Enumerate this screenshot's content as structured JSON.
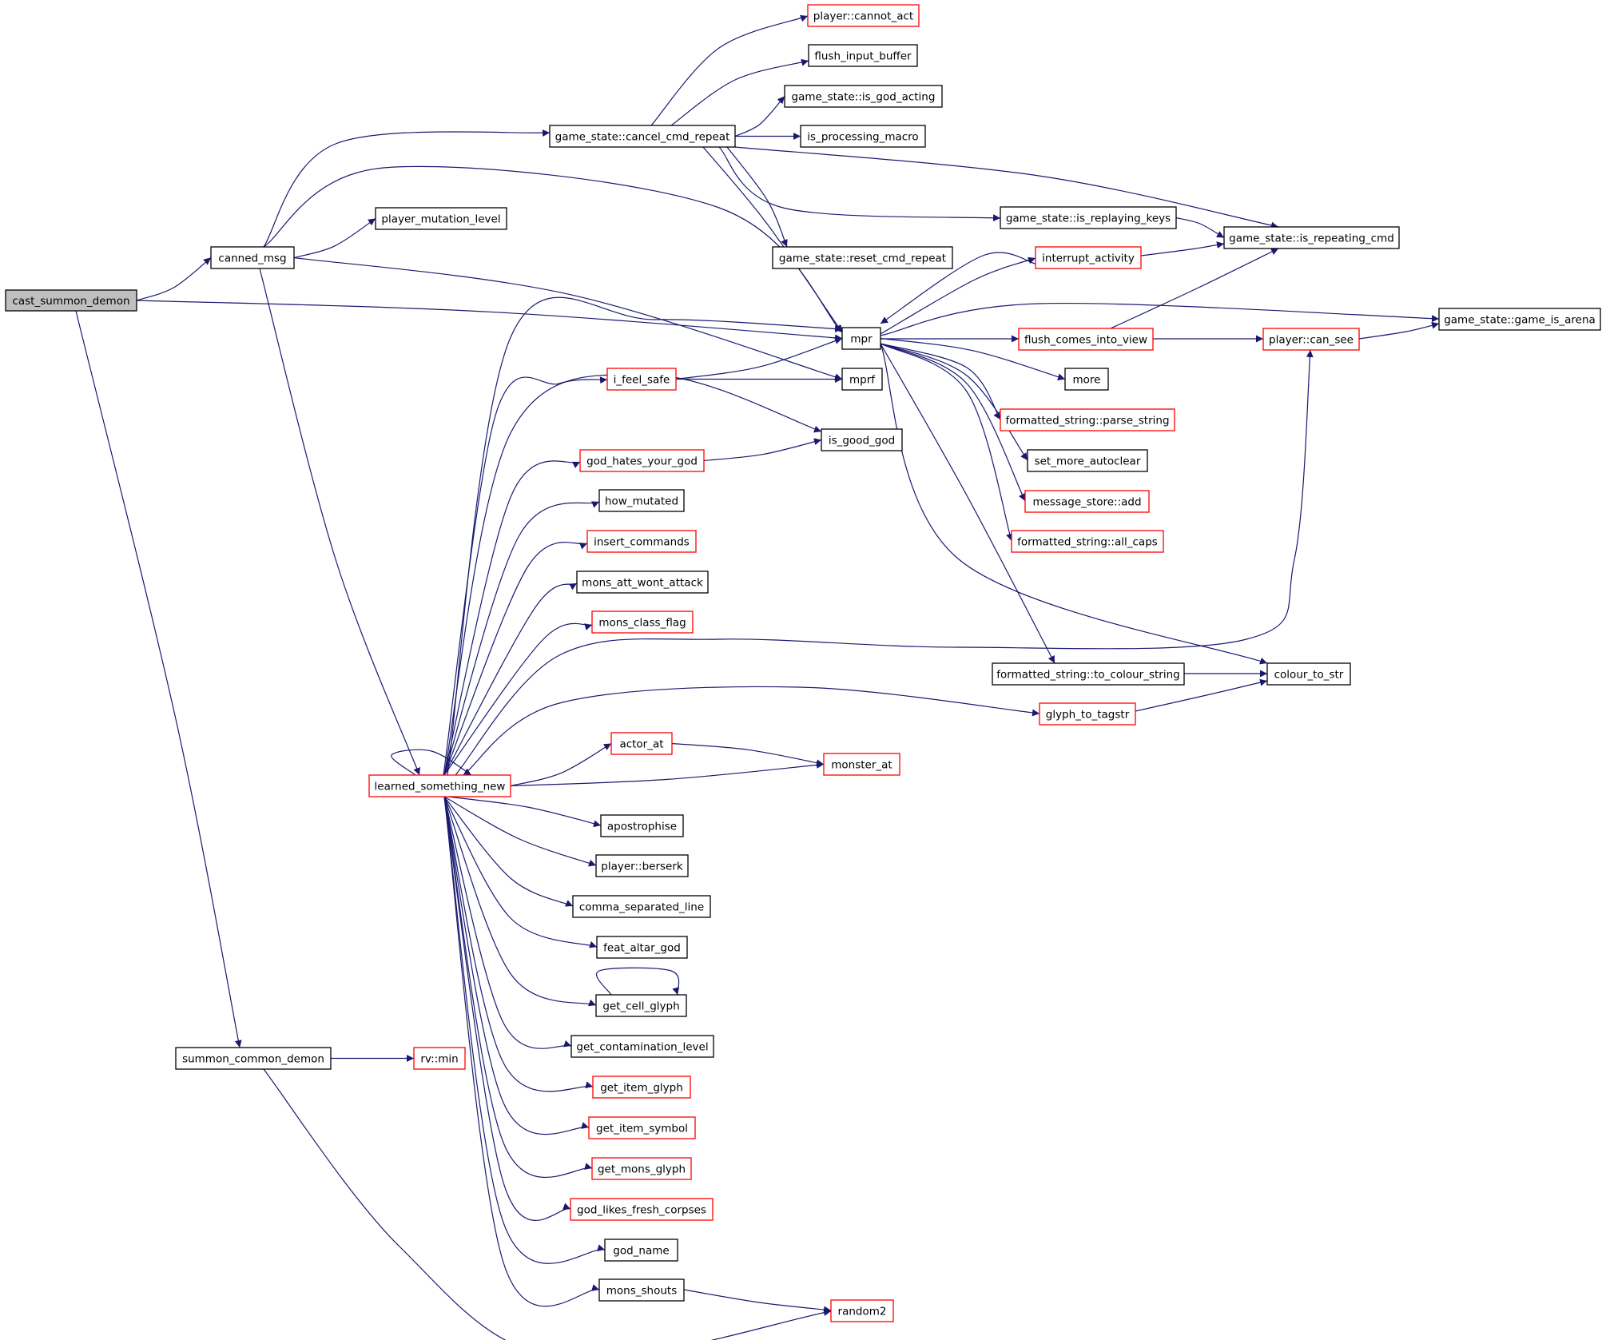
{
  "graph": {
    "colors": {
      "edge": "#191970",
      "truncated_border": "#ff0000",
      "normal_border": "#000000",
      "root_fill": "#bfbfbf"
    },
    "nodes": [
      {
        "id": "cast_summon_demon",
        "label": "cast_summon_demon",
        "style": "root"
      },
      {
        "id": "canned_msg",
        "label": "canned_msg",
        "style": "normal"
      },
      {
        "id": "summon_common_demon",
        "label": "summon_common_demon",
        "style": "normal"
      },
      {
        "id": "rv_min",
        "label": "rv::min",
        "style": "truncated"
      },
      {
        "id": "game_state_cancel_cmd_repeat",
        "label": "game_state::cancel_cmd_repeat",
        "style": "normal"
      },
      {
        "id": "player_mutation_level",
        "label": "player_mutation_level",
        "style": "normal"
      },
      {
        "id": "learned_something_new",
        "label": "learned_something_new",
        "style": "truncated"
      },
      {
        "id": "player_cannot_act",
        "label": "player::cannot_act",
        "style": "truncated"
      },
      {
        "id": "flush_input_buffer",
        "label": "flush_input_buffer",
        "style": "normal"
      },
      {
        "id": "game_state_is_god_acting",
        "label": "game_state::is_god_acting",
        "style": "normal"
      },
      {
        "id": "is_processing_macro",
        "label": "is_processing_macro",
        "style": "normal"
      },
      {
        "id": "game_state_reset_cmd_repeat",
        "label": "game_state::reset_cmd_repeat",
        "style": "normal"
      },
      {
        "id": "mpr",
        "label": "mpr",
        "style": "normal"
      },
      {
        "id": "mprf",
        "label": "mprf",
        "style": "normal"
      },
      {
        "id": "i_feel_safe",
        "label": "i_feel_safe",
        "style": "truncated"
      },
      {
        "id": "is_good_god",
        "label": "is_good_god",
        "style": "normal"
      },
      {
        "id": "god_hates_your_god",
        "label": "god_hates_your_god",
        "style": "truncated"
      },
      {
        "id": "how_mutated",
        "label": "how_mutated",
        "style": "normal"
      },
      {
        "id": "insert_commands",
        "label": "insert_commands",
        "style": "truncated"
      },
      {
        "id": "mons_att_wont_attack",
        "label": "mons_att_wont_attack",
        "style": "normal"
      },
      {
        "id": "mons_class_flag",
        "label": "mons_class_flag",
        "style": "truncated"
      },
      {
        "id": "actor_at",
        "label": "actor_at",
        "style": "truncated"
      },
      {
        "id": "monster_at",
        "label": "monster_at",
        "style": "truncated"
      },
      {
        "id": "apostrophise",
        "label": "apostrophise",
        "style": "normal"
      },
      {
        "id": "player_berserk",
        "label": "player::berserk",
        "style": "normal"
      },
      {
        "id": "comma_separated_line",
        "label": "comma_separated_line",
        "style": "normal"
      },
      {
        "id": "feat_altar_god",
        "label": "feat_altar_god",
        "style": "normal"
      },
      {
        "id": "get_cell_glyph",
        "label": "get_cell_glyph",
        "style": "normal"
      },
      {
        "id": "get_contamination_level",
        "label": "get_contamination_level",
        "style": "normal"
      },
      {
        "id": "get_item_glyph",
        "label": "get_item_glyph",
        "style": "truncated"
      },
      {
        "id": "get_item_symbol",
        "label": "get_item_symbol",
        "style": "truncated"
      },
      {
        "id": "get_mons_glyph",
        "label": "get_mons_glyph",
        "style": "truncated"
      },
      {
        "id": "god_likes_fresh_corpses",
        "label": "god_likes_fresh_corpses",
        "style": "truncated"
      },
      {
        "id": "god_name",
        "label": "god_name",
        "style": "normal"
      },
      {
        "id": "mons_shouts",
        "label": "mons_shouts",
        "style": "normal"
      },
      {
        "id": "random2",
        "label": "random2",
        "style": "truncated"
      },
      {
        "id": "game_state_is_replaying_keys",
        "label": "game_state::is_replaying_keys",
        "style": "normal"
      },
      {
        "id": "interrupt_activity",
        "label": "interrupt_activity",
        "style": "truncated"
      },
      {
        "id": "flush_comes_into_view",
        "label": "flush_comes_into_view",
        "style": "truncated"
      },
      {
        "id": "more",
        "label": "more",
        "style": "normal"
      },
      {
        "id": "formatted_string_parse_string",
        "label": "formatted_string::parse_string",
        "style": "truncated"
      },
      {
        "id": "set_more_autoclear",
        "label": "set_more_autoclear",
        "style": "normal"
      },
      {
        "id": "message_store_add",
        "label": "message_store::add",
        "style": "truncated"
      },
      {
        "id": "formatted_string_all_caps",
        "label": "formatted_string::all_caps",
        "style": "truncated"
      },
      {
        "id": "formatted_string_to_colour_string",
        "label": "formatted_string::to_colour_string",
        "style": "normal"
      },
      {
        "id": "glyph_to_tagstr",
        "label": "glyph_to_tagstr",
        "style": "truncated"
      },
      {
        "id": "game_state_is_repeating_cmd",
        "label": "game_state::is_repeating_cmd",
        "style": "normal"
      },
      {
        "id": "player_can_see",
        "label": "player::can_see",
        "style": "truncated"
      },
      {
        "id": "game_state_game_is_arena",
        "label": "game_state::game_is_arena",
        "style": "normal"
      },
      {
        "id": "colour_to_str",
        "label": "colour_to_str",
        "style": "normal"
      }
    ],
    "edges": [
      [
        "cast_summon_demon",
        "canned_msg"
      ],
      [
        "cast_summon_demon",
        "mpr"
      ],
      [
        "cast_summon_demon",
        "summon_common_demon"
      ],
      [
        "canned_msg",
        "game_state_cancel_cmd_repeat"
      ],
      [
        "canned_msg",
        "mpr"
      ],
      [
        "canned_msg",
        "player_mutation_level"
      ],
      [
        "canned_msg",
        "mprf"
      ],
      [
        "canned_msg",
        "learned_something_new"
      ],
      [
        "summon_common_demon",
        "rv_min"
      ],
      [
        "summon_common_demon",
        "random2"
      ],
      [
        "game_state_cancel_cmd_repeat",
        "player_cannot_act"
      ],
      [
        "game_state_cancel_cmd_repeat",
        "flush_input_buffer"
      ],
      [
        "game_state_cancel_cmd_repeat",
        "game_state_is_god_acting"
      ],
      [
        "game_state_cancel_cmd_repeat",
        "is_processing_macro"
      ],
      [
        "game_state_cancel_cmd_repeat",
        "game_state_is_repeating_cmd"
      ],
      [
        "game_state_cancel_cmd_repeat",
        "game_state_is_replaying_keys"
      ],
      [
        "game_state_cancel_cmd_repeat",
        "game_state_reset_cmd_repeat"
      ],
      [
        "game_state_cancel_cmd_repeat",
        "mpr"
      ],
      [
        "learned_something_new",
        "mpr"
      ],
      [
        "learned_something_new",
        "i_feel_safe"
      ],
      [
        "learned_something_new",
        "is_good_god"
      ],
      [
        "learned_something_new",
        "god_hates_your_god"
      ],
      [
        "learned_something_new",
        "how_mutated"
      ],
      [
        "learned_something_new",
        "insert_commands"
      ],
      [
        "learned_something_new",
        "mons_att_wont_attack"
      ],
      [
        "learned_something_new",
        "mons_class_flag"
      ],
      [
        "learned_something_new",
        "player_can_see"
      ],
      [
        "learned_something_new",
        "glyph_to_tagstr"
      ],
      [
        "learned_something_new",
        "actor_at"
      ],
      [
        "learned_something_new",
        "monster_at"
      ],
      [
        "learned_something_new",
        "learned_something_new"
      ],
      [
        "learned_something_new",
        "apostrophise"
      ],
      [
        "learned_something_new",
        "player_berserk"
      ],
      [
        "learned_something_new",
        "comma_separated_line"
      ],
      [
        "learned_something_new",
        "feat_altar_god"
      ],
      [
        "learned_something_new",
        "get_cell_glyph"
      ],
      [
        "learned_something_new",
        "get_contamination_level"
      ],
      [
        "learned_something_new",
        "get_item_glyph"
      ],
      [
        "learned_something_new",
        "get_item_symbol"
      ],
      [
        "learned_something_new",
        "get_mons_glyph"
      ],
      [
        "learned_something_new",
        "god_likes_fresh_corpses"
      ],
      [
        "learned_something_new",
        "god_name"
      ],
      [
        "learned_something_new",
        "mons_shouts"
      ],
      [
        "i_feel_safe",
        "mpr"
      ],
      [
        "i_feel_safe",
        "mprf"
      ],
      [
        "god_hates_your_god",
        "is_good_god"
      ],
      [
        "actor_at",
        "monster_at"
      ],
      [
        "get_cell_glyph",
        "get_cell_glyph"
      ],
      [
        "mons_shouts",
        "random2"
      ],
      [
        "game_state_is_replaying_keys",
        "game_state_is_repeating_cmd"
      ],
      [
        "mpr",
        "interrupt_activity"
      ],
      [
        "mpr",
        "flush_comes_into_view"
      ],
      [
        "mpr",
        "game_state_game_is_arena"
      ],
      [
        "mpr",
        "more"
      ],
      [
        "mpr",
        "formatted_string_parse_string"
      ],
      [
        "mpr",
        "set_more_autoclear"
      ],
      [
        "mpr",
        "message_store_add"
      ],
      [
        "mpr",
        "formatted_string_all_caps"
      ],
      [
        "mpr",
        "formatted_string_to_colour_string"
      ],
      [
        "mpr",
        "colour_to_str"
      ],
      [
        "interrupt_activity",
        "mpr"
      ],
      [
        "interrupt_activity",
        "game_state_is_repeating_cmd"
      ],
      [
        "flush_comes_into_view",
        "player_can_see"
      ],
      [
        "flush_comes_into_view",
        "game_state_is_repeating_cmd"
      ],
      [
        "player_can_see",
        "game_state_game_is_arena"
      ],
      [
        "formatted_string_to_colour_string",
        "colour_to_str"
      ],
      [
        "glyph_to_tagstr",
        "colour_to_str"
      ]
    ]
  }
}
